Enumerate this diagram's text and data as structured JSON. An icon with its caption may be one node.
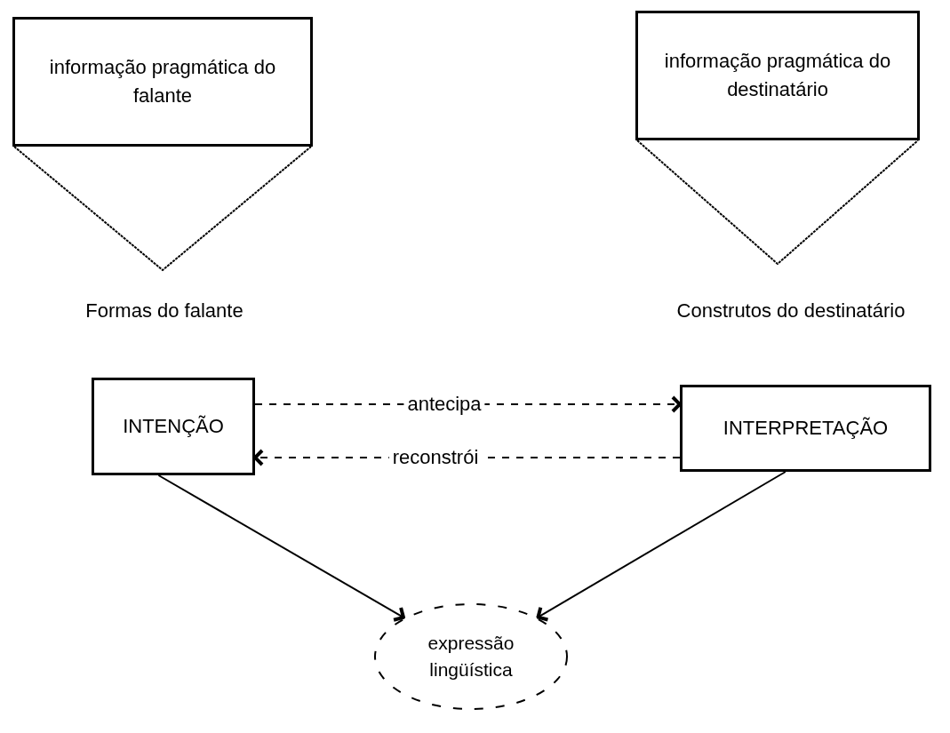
{
  "diagram": {
    "nodes": [
      {
        "text": [
          "informação pragmática do falante"
        ],
        "beside": [
          "Formas do falante"
        ]
      },
      {
        "text": [
          "informação pragmática do destinatário"
        ],
        "beside": [
          "Construtos do destinatário"
        ]
      },
      {
        "text": [
          "INTENÇÃO"
        ]
      },
      {
        "text": [
          "INTERPRETAÇÃO"
        ]
      },
      {
        "text": [
          "expressão lingüística"
        ]
      }
    ],
    "edges": [
      {
        "from": 2,
        "to": 3,
        "arrow": "to",
        "label": "antecipa",
        "style": "dashed"
      },
      {
        "from": 3,
        "to": 2,
        "arrow": "to",
        "label": "reconstrói",
        "style": "dashed"
      },
      {
        "from": 2,
        "to": 4,
        "arrow": "to"
      },
      {
        "from": 3,
        "to": 4,
        "arrow": "to"
      }
    ]
  }
}
